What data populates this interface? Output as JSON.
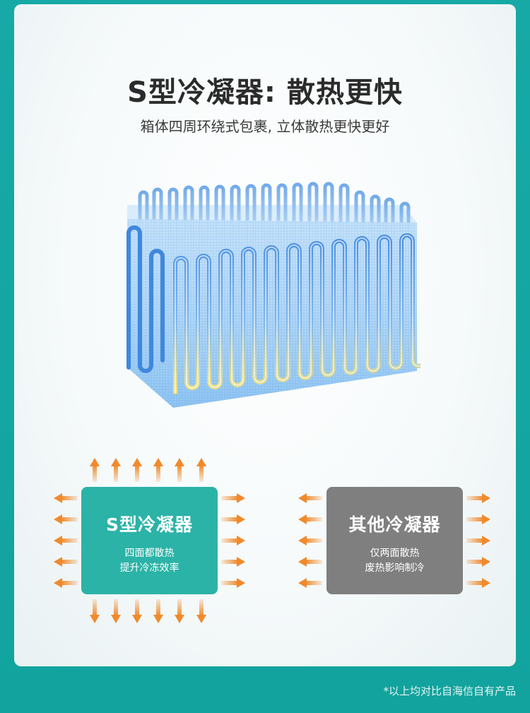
{
  "title": "S型冷凝器: 散热更快",
  "subtitle": "箱体四周环绕式包裹, 立体散热更快更好",
  "left_box": {
    "title": "S型冷凝器",
    "desc_line1": "四面都散热",
    "desc_line2": "提升冷冻效率"
  },
  "right_box": {
    "title": "其他冷凝器",
    "desc_line1": "仅两面散热",
    "desc_line2": "废热影响制冷"
  },
  "footnote": "*以上均对比自海信自有产品",
  "colors": {
    "accent_teal": "#2bb3a7",
    "gray": "#7f7f7f",
    "arrow_orange": "#f08a2c",
    "tube_blue": "#4a90e2",
    "tube_yellow": "#f4e27a",
    "background": "#14a7a2"
  },
  "icons": [
    "condenser-illustration",
    "heat-arrow-icon"
  ]
}
